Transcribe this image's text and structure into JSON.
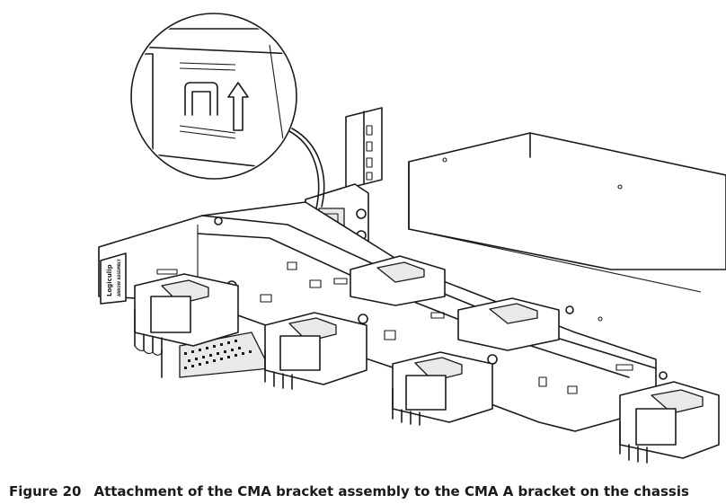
{
  "figure": {
    "number": "Figure 20",
    "caption": "Attachment of the CMA bracket assembly to the CMA A bracket on the chassis"
  },
  "labels": {
    "arm_handle_text": "Logiculip",
    "arm_handle_subtext": "ARROW ASSEMBLY"
  },
  "icons": [
    "arrow-up-icon",
    "bracket-latch-icon"
  ]
}
